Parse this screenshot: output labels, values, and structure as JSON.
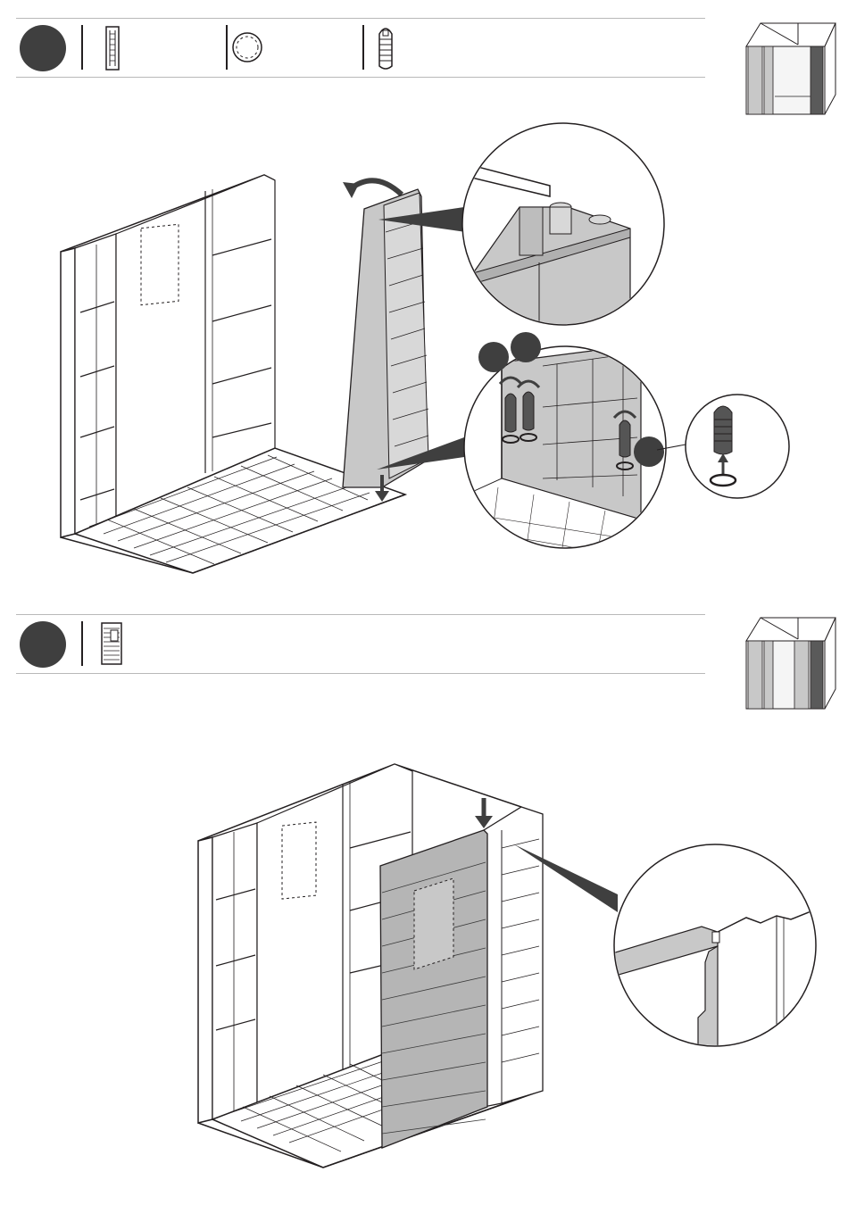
{
  "page": {
    "background": "#ffffff",
    "ink": "#231f20",
    "panel_fill": "#c8c8c8",
    "step_circle_color": "#3f3f3f"
  },
  "steps": [
    {
      "parts": [
        {
          "icon": "wall-connector-strip-icon"
        },
        {
          "icon": "ring-washer-icon"
        },
        {
          "icon": "locking-pin-icon"
        }
      ],
      "thumbnail": "shed-progress-thumbnail-icon",
      "illustration": "wall-panel-attach-illustration",
      "callouts": [
        "panel-top-join-detail",
        "pin-insert-detail",
        "pin-rotate-detail"
      ]
    },
    {
      "parts": [
        {
          "icon": "door-panel-part-icon"
        }
      ],
      "thumbnail": "shed-progress-thumbnail-door-icon",
      "illustration": "door-panel-insert-illustration",
      "callouts": [
        "door-top-join-detail"
      ]
    }
  ]
}
